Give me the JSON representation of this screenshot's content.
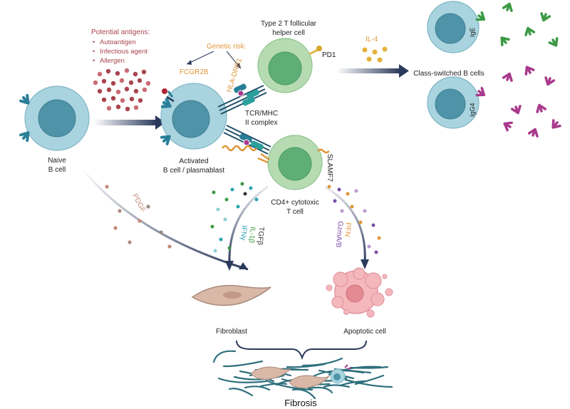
{
  "antigens": {
    "title": "Potential antigens:",
    "items": [
      "Autoantigen",
      "Infectious agent",
      "Allergen"
    ],
    "bullet": "•"
  },
  "genetic_risk": "Genetic risk:",
  "genes": {
    "fcgr2b": "FCGR2B",
    "hla": "HLA-DRB1"
  },
  "tfh_cell": {
    "line1": "Type 2 T follicular",
    "line2": "helper cell",
    "marker": "PD1"
  },
  "cytokine_il4": "IL-4",
  "class_switched": {
    "title": "Class-switched B cells",
    "ige": "IgE",
    "igg4": "IgG4"
  },
  "naive_b": {
    "line1": "Naive",
    "line2": "B cell"
  },
  "activated_b": {
    "line1": "Activated",
    "line2": "B cell / plasmablast"
  },
  "tcr_mhc": {
    "line1": "TCR/MHC",
    "line2": "II complex"
  },
  "ctl_cell": {
    "line1": "CD4+ cytotoxic",
    "line2": "T cell",
    "marker": "SLAMF7"
  },
  "pdgf": "PDGF",
  "profibrotic": {
    "ifn": "IFNγ",
    "il1b": "IL-1β",
    "tgfb": "TGFβ"
  },
  "cytotoxic": {
    "pfn": "PFN",
    "gzm": "GzmA/B"
  },
  "fibroblast": "Fibroblast",
  "apoptotic": "Apoptotic cell",
  "fibrosis": "Fibrosis",
  "colors": {
    "b_cell": "#a9d4df",
    "b_nucleus": "#4f93a8",
    "t_cell": "#b6dbb3",
    "t_nucleus": "#5fae78",
    "antibody_teal": "#2a7f98",
    "antibody_green": "#3d9a45",
    "antibody_magenta": "#a93a8c",
    "arrow_navy": "#2b3a5c",
    "antigen_red": "#a9444f",
    "gene_orange": "#e0963a",
    "fiber": "#2f6f7d"
  }
}
